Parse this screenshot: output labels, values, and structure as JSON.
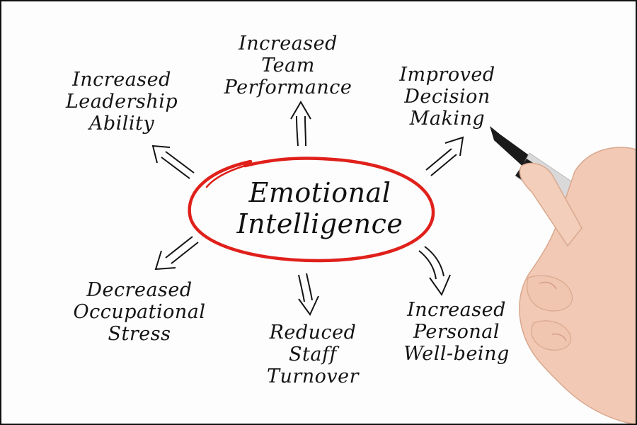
{
  "center": {
    "line1": "Emotional",
    "line2": "Intelligence",
    "ring_color": "#e0201b"
  },
  "nodes": [
    {
      "id": "leadership",
      "lines": [
        "Increased",
        "Leadership",
        "Ability"
      ]
    },
    {
      "id": "team",
      "lines": [
        "Increased",
        "Team",
        "Performance"
      ]
    },
    {
      "id": "decision",
      "lines": [
        "Improved",
        "Decision",
        "Making"
      ]
    },
    {
      "id": "stress",
      "lines": [
        "Decreased",
        "Occupational",
        "Stress"
      ]
    },
    {
      "id": "turnover",
      "lines": [
        "Reduced",
        "Staff",
        "Turnover"
      ]
    },
    {
      "id": "wellbeing",
      "lines": [
        "Increased",
        "Personal",
        "Well-being"
      ]
    }
  ],
  "colors": {
    "ink": "#141414",
    "skin": "#f1c9b4",
    "pen_body": "#d9d9d9",
    "pen_cap": "#1a1a1a"
  }
}
